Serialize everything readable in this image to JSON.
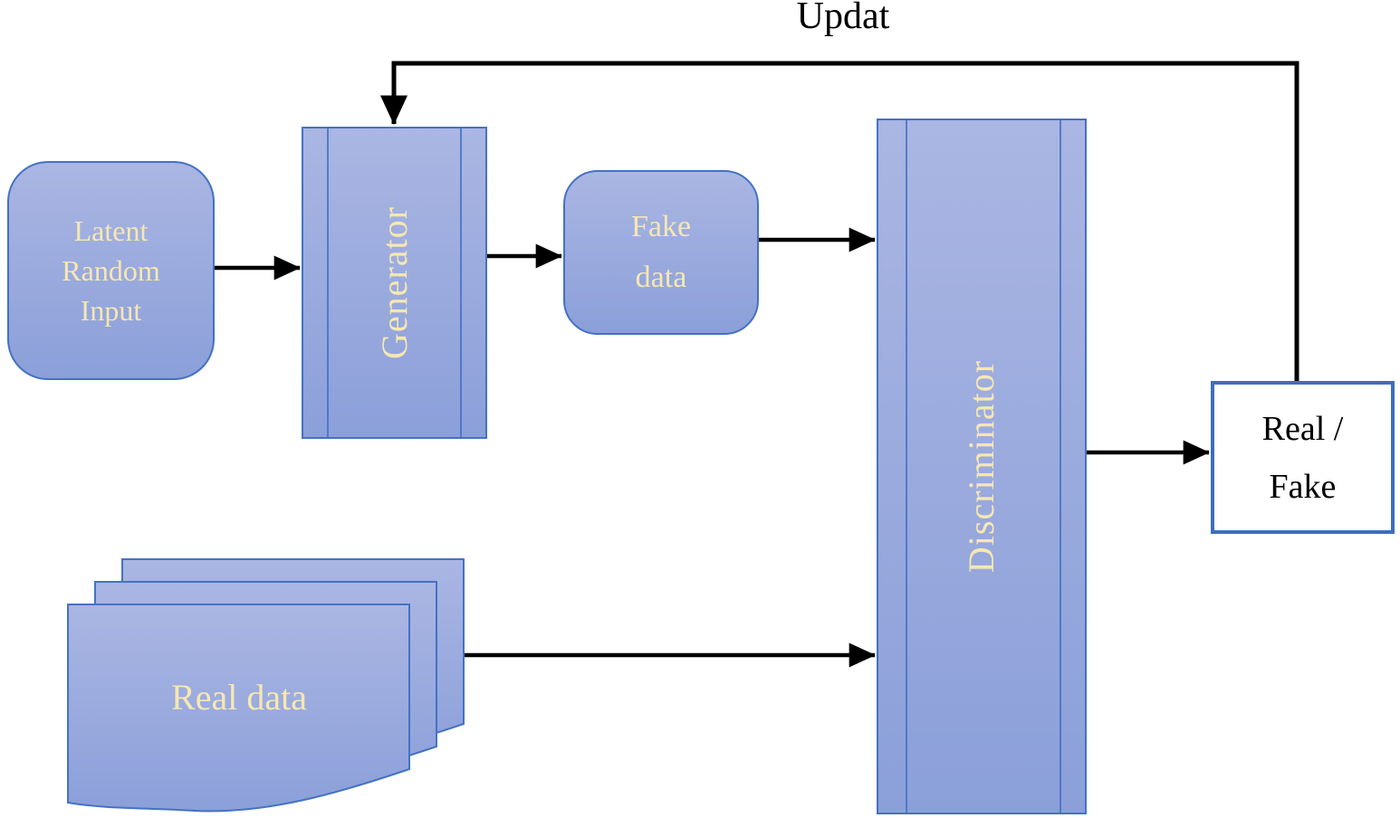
{
  "diagram": {
    "type": "gan-architecture-flow-diagram",
    "update_label": "Updat",
    "nodes": {
      "latent_input": {
        "label": "Latent\nRandom\nInput"
      },
      "generator": {
        "label": "Generator"
      },
      "fake_data": {
        "label": "Fake\ndata"
      },
      "discriminator": {
        "label": "Discriminator"
      },
      "real_data": {
        "label": "Real data"
      },
      "real_fake_output": {
        "label": "Real /\nFake"
      }
    },
    "edges": [
      "latent-input to generator",
      "generator to fake-data",
      "fake-data to discriminator",
      "real-data to discriminator",
      "discriminator to real-fake-output",
      "real-fake-output feedback (Updat) to generator"
    ],
    "colors": {
      "node_fill_top": "#aab6e3",
      "node_fill_bottom": "#8b9fd9",
      "node_border": "#4472c4",
      "node_text": "#f6e7b2",
      "arrow": "#000000",
      "output_border": "#3d6ebf",
      "output_text": "#000000",
      "title_text": "#000000",
      "background": "#ffffff"
    }
  }
}
